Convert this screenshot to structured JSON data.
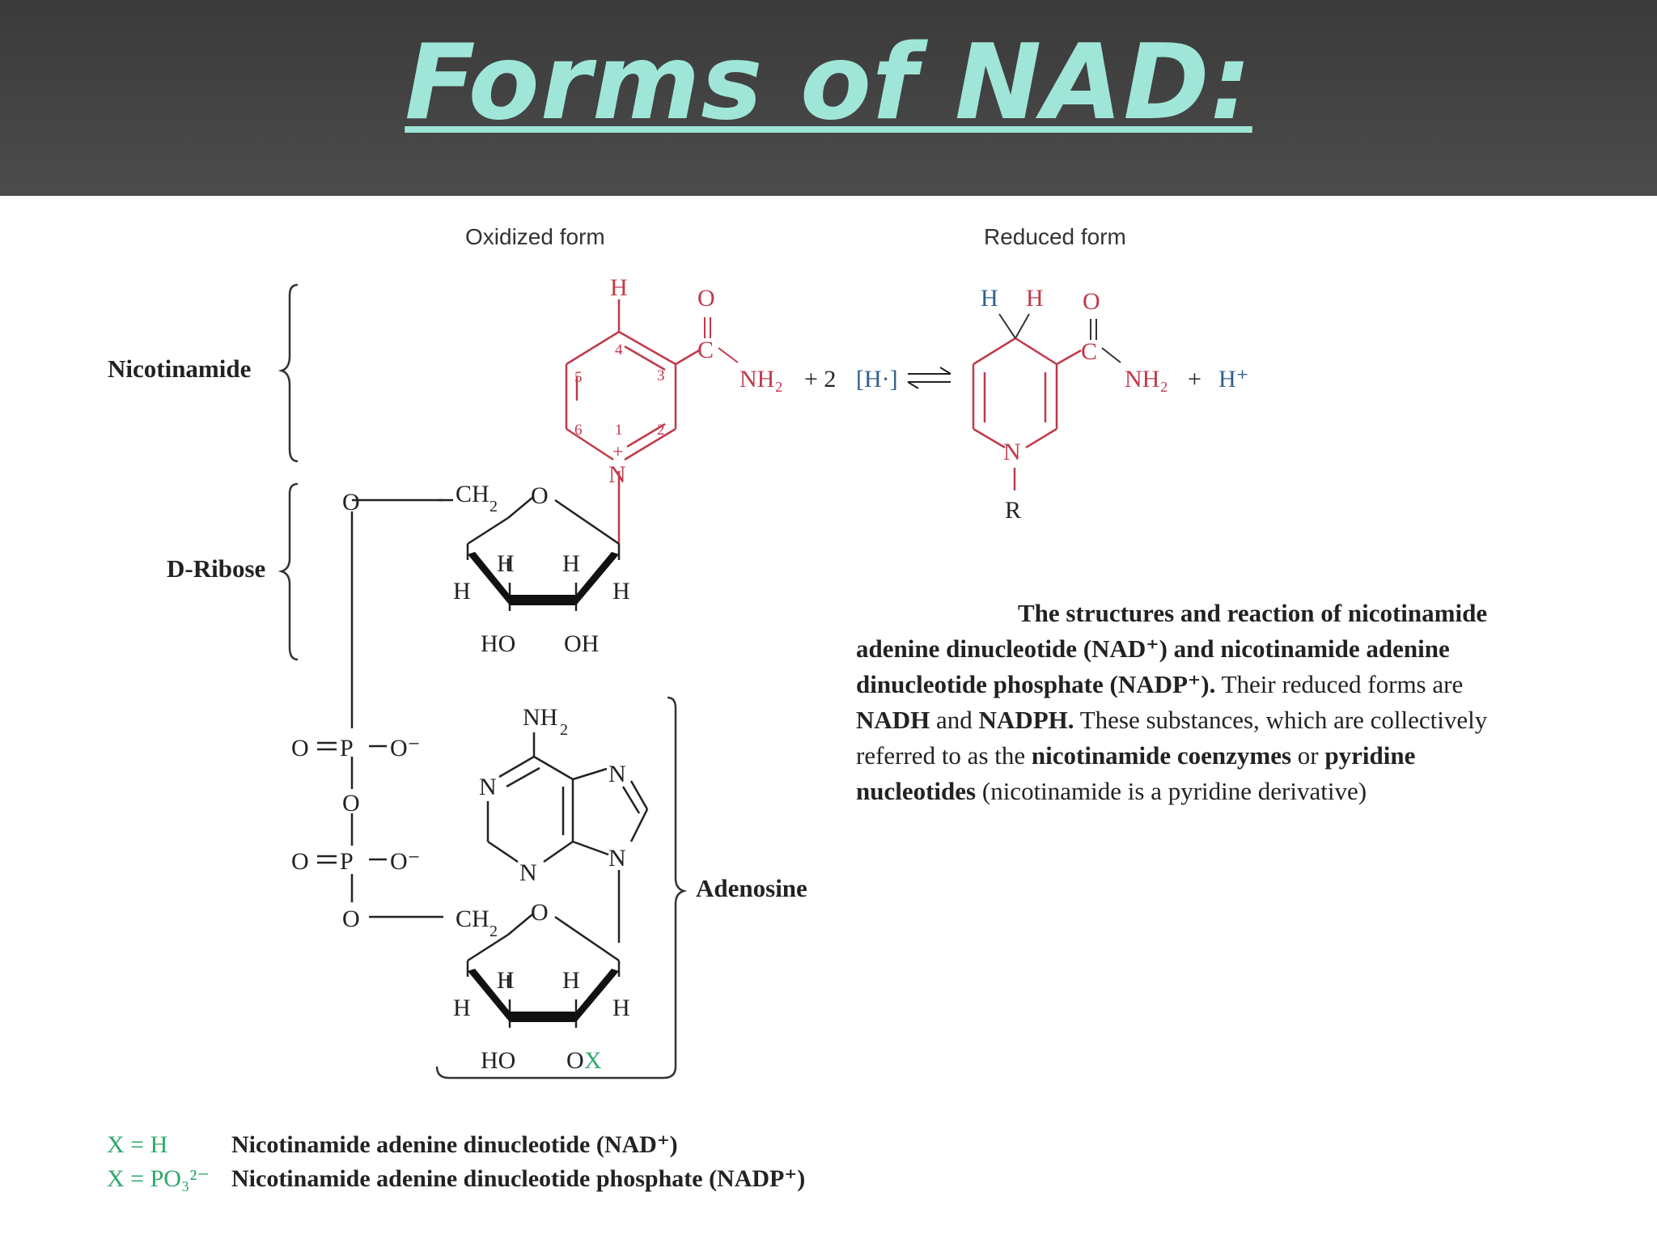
{
  "title": "Forms of NAD:",
  "labels": {
    "oxidized": "Oxidized form",
    "reduced": "Reduced form",
    "nicotinamide": "Nicotinamide",
    "ribose": "D-Ribose",
    "adenosine": "Adenosine"
  },
  "reaction": {
    "plus_2h": "+ 2 [H·]",
    "plus_h": "+ H⁺",
    "nh2": "NH₂"
  },
  "caption": {
    "line1": "The structures and reaction of nicotinamide",
    "line2": "adenine dinucleotide (NAD⁺) and nicotinamide adenine",
    "line3a": "dinucleotide phosphate (NADP⁺).",
    "line3b": " Their reduced forms are",
    "line4a": "NADH",
    "line4b": " and ",
    "line4c": "NADPH.",
    "line4d": " These substances, which are collectively",
    "line5a": "referred to as the ",
    "line5b": "nicotinamide coenzymes",
    "line5c": " or ",
    "line5d": "pyridine",
    "line6a": "nucleotides",
    "line6b": " (nicotinamide is a pyridine derivative)"
  },
  "legend": [
    {
      "x_label": "X = H",
      "name": "Nicotinamide adenine dinucleotide (NAD⁺)"
    },
    {
      "x_label": "X = PO₃²⁻",
      "name": "Nicotinamide adenine dinucleotide phosphate (NADP⁺)"
    }
  ],
  "colors": {
    "header_bg": "#3f3f3f",
    "title": "#9fe6d8",
    "nicotinamide_red": "#c0394a",
    "hydrogen_blue": "#2f5f8f",
    "x_green": "#2fa86a",
    "text": "#222222"
  }
}
